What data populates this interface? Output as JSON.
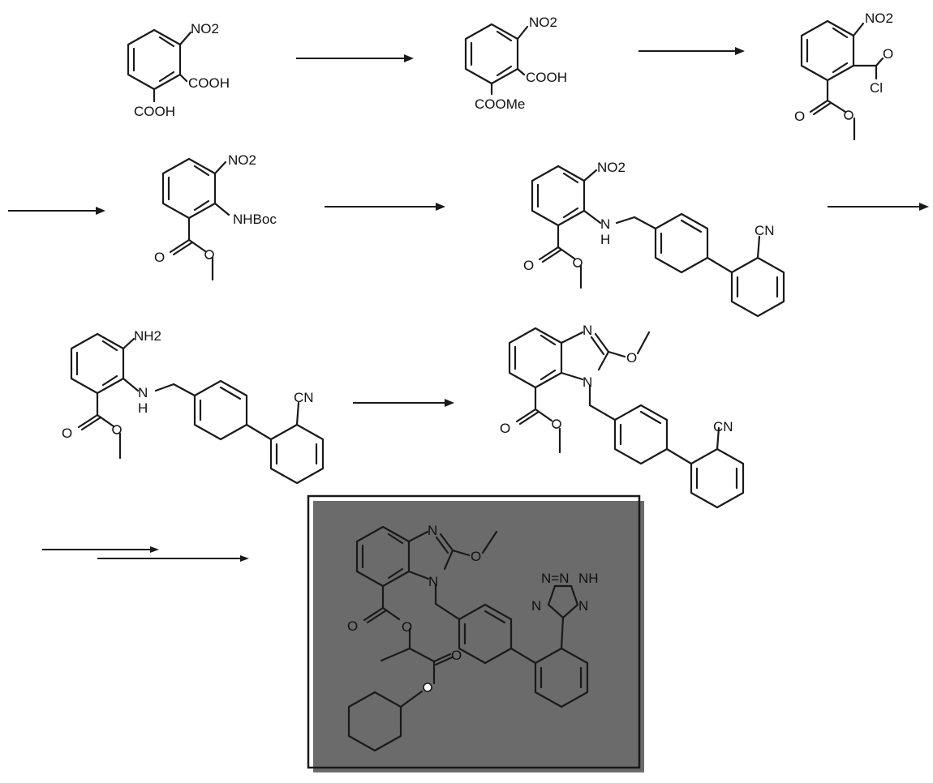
{
  "scheme": {
    "compounds": [
      {
        "id": "c1",
        "labels": [
          "NO2",
          "COOH",
          "COOH"
        ]
      },
      {
        "id": "c2",
        "labels": [
          "NO2",
          "COOH",
          "COOMe"
        ]
      },
      {
        "id": "c3",
        "labels": [
          "NO2",
          "O",
          "Cl",
          "O"
        ]
      },
      {
        "id": "c4",
        "labels": [
          "NO2",
          "NHBoc",
          "O"
        ]
      },
      {
        "id": "c5",
        "labels": [
          "NO2",
          "N",
          "H",
          "CN",
          "O"
        ]
      },
      {
        "id": "c6",
        "labels": [
          "NH2",
          "N",
          "H",
          "CN",
          "O"
        ]
      },
      {
        "id": "c7",
        "labels": [
          "N",
          "O",
          "N",
          "CN",
          "O"
        ]
      },
      {
        "id": "c8",
        "labels": [
          "N",
          "O",
          "N",
          "O",
          "O",
          "O",
          "N=N",
          "NH",
          "N",
          "N"
        ]
      }
    ],
    "arrows": [
      "arrow-1",
      "arrow-2",
      "arrow-3",
      "arrow-4",
      "arrow-5",
      "arrow-6",
      "arrow-7"
    ],
    "highlighted_product": "c8"
  },
  "colors": {
    "ink": "#1a1a1a",
    "background": "#ffffff"
  }
}
